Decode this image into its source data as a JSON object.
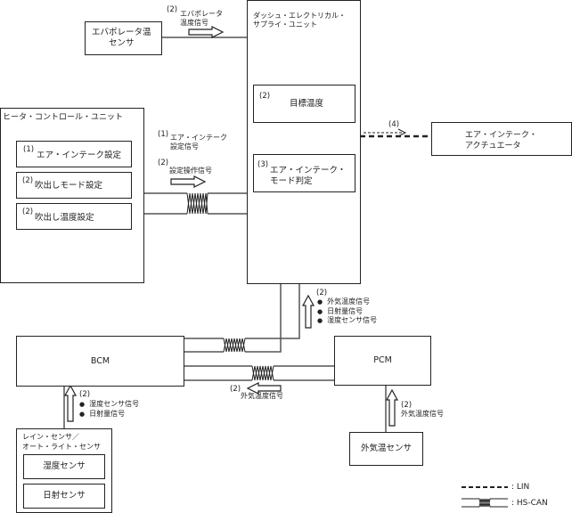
{
  "diagram": {
    "units": {
      "evaporator_sensor": {
        "label": "エバポレータ温\nセンサ"
      },
      "desu": {
        "label": "ダッシュ・エレクトリカル・\nサプライ・ユニット",
        "sub": [
          {
            "num": "(2)",
            "label": "目標温度"
          },
          {
            "num": "(3)",
            "label": "エア・インテーク・\nモード判定"
          }
        ]
      },
      "hcu": {
        "label": "ヒータ・コントロール・ユニット",
        "sub": [
          {
            "num": "(1)",
            "label": "エア・インテーク設定"
          },
          {
            "num": "(2)",
            "label": "吹出しモード設定"
          },
          {
            "num": "(2)",
            "label": "吹出し温度設定"
          }
        ]
      },
      "actuator": {
        "label": "エア・インテーク・\nアクチュエータ"
      },
      "bcm": {
        "label": "BCM"
      },
      "pcm": {
        "label": "PCM"
      },
      "rain_light_sensor": {
        "label": "レイン・センサ／\nオート・ライト・センサ",
        "sub": [
          {
            "label": "湿度センサ"
          },
          {
            "label": "日射センサ"
          }
        ]
      },
      "ambient_sensor": {
        "label": "外気温センサ"
      }
    },
    "signals": {
      "evap": {
        "num": "(2)",
        "label": "エバポレータ\n温度信号"
      },
      "hcu_1": {
        "num": "(1)",
        "label": "エア・インテーク\n設定信号"
      },
      "hcu_2": {
        "num": "(2)",
        "label": "設定操作信号"
      },
      "lin": {
        "num": "(4)"
      },
      "bcm_to_desu": {
        "num": "(2)",
        "items": [
          "外気温度信号",
          "日射量信号",
          "湿度センサ信号"
        ]
      },
      "pcm_to_bcm": {
        "num": "(2)",
        "label": "外気温度信号"
      },
      "sensor_to_bcm": {
        "num": "(2)",
        "items": [
          "湿度センサ信号",
          "日射量信号"
        ]
      },
      "ambient_to_pcm": {
        "num": "(2)",
        "label": "外気温度信号"
      }
    },
    "legend": {
      "lin": ": LIN",
      "hscan": ": HS-CAN"
    }
  }
}
